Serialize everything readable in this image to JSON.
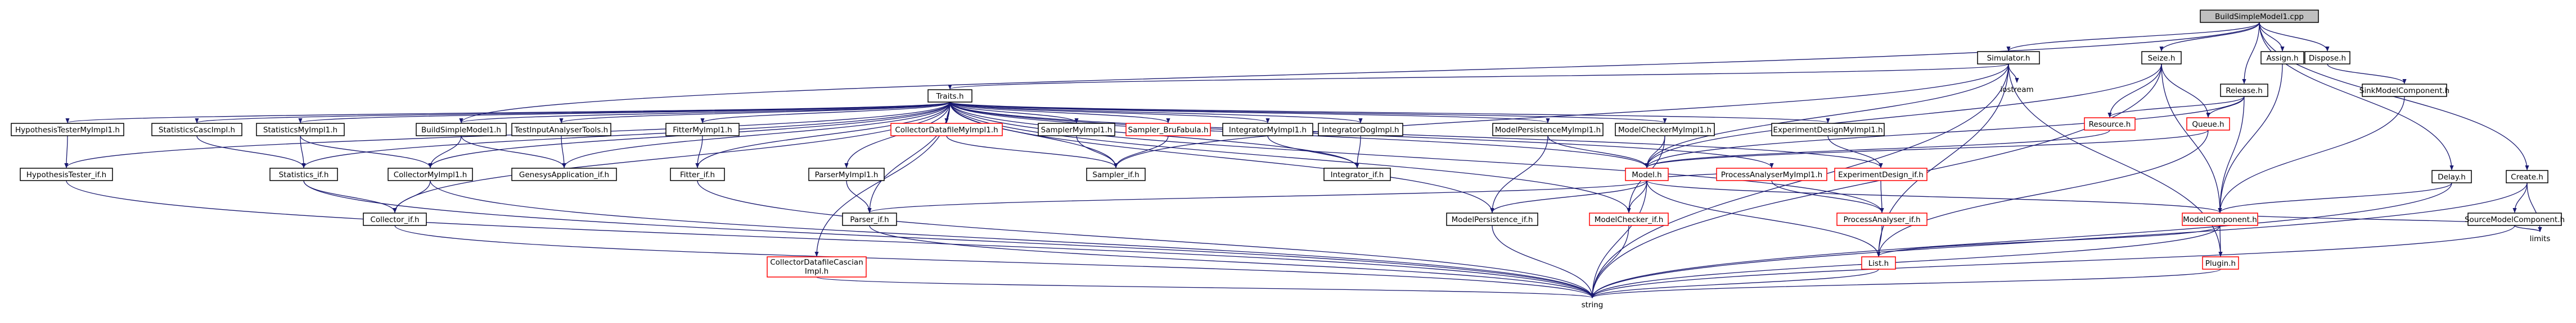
{
  "diagram": {
    "type": "include-dependency-graph",
    "nodes": {
      "BuildSimpleModel1_cpp": {
        "label": "BuildSimpleModel1.cpp",
        "style": "root"
      },
      "Simulator_h": {
        "label": "Simulator.h"
      },
      "Assign_h": {
        "label": "Assign.h"
      },
      "Dispose_h": {
        "label": "Dispose.h"
      },
      "Seize_h": {
        "label": "Seize.h"
      },
      "Release_h": {
        "label": "Release.h"
      },
      "SinkModelComponent_h": {
        "label": "SinkModelComponent.h"
      },
      "Traits_h": {
        "label": "Traits.h"
      },
      "iostream": {
        "label": "iostream",
        "style": "plain"
      },
      "Resource_h": {
        "label": "Resource.h",
        "style": "red"
      },
      "Queue_h": {
        "label": "Queue.h",
        "style": "red"
      },
      "Delay_h": {
        "label": "Delay.h"
      },
      "Create_h": {
        "label": "Create.h"
      },
      "SourceModelComponent_h": {
        "label": "SourceModelComponent.h"
      },
      "limits": {
        "label": "limits",
        "style": "plain"
      },
      "HypothesisTesterMyImpl1_h": {
        "label": "HypothesisTesterMyImpl1.h"
      },
      "StatisticsCascImpl_h": {
        "label": "StatisticsCascImpl.h"
      },
      "StatisticsMyImpl1_h": {
        "label": "StatisticsMyImpl1.h"
      },
      "BuildSimpleModel1_h": {
        "label": "BuildSimpleModel1.h"
      },
      "TestInputAnalyserTools_h": {
        "label": "TestInputAnalyserTools.h"
      },
      "FitterMyImpl1_h": {
        "label": "FitterMyImpl1.h"
      },
      "CollectorDatafileMyImpl1_h": {
        "label": "CollectorDatafileMyImpl1.h",
        "style": "red"
      },
      "SamplerMyImpl1_h": {
        "label": "SamplerMyImpl1.h"
      },
      "Sampler_BoFabula_h": {
        "label": "Sampler_BruFabula.h",
        "style": "red"
      },
      "IntegratorMyImpl1_h": {
        "label": "IntegratorMyImpl1.h"
      },
      "IntegratorDogImpl_h": {
        "label": "IntegratorDogImpl.h"
      },
      "ModelPersistenceMyImpl1_h": {
        "label": "ModelPersistenceMyImpl1.h"
      },
      "ModelCheckerMyImpl1_h": {
        "label": "ModelCheckerMyImpl1.h"
      },
      "ExperimentDesignMyImpl1_h": {
        "label": "ExperimentDesignMyImpl1.h"
      },
      "HypothesisTester_if_h": {
        "label": "HypothesisTester_if.h"
      },
      "Statistics_if_h": {
        "label": "Statistics_if.h"
      },
      "CollectorMyImpl1_h": {
        "label": "CollectorMyImpl1.h"
      },
      "GenesysApplication_if_h": {
        "label": "GenesysApplication_if.h"
      },
      "Fitter_if_h": {
        "label": "Fitter_if.h"
      },
      "ParserMyImpl1_h": {
        "label": "ParserMyImpl1.h"
      },
      "Sampler_if_h": {
        "label": "Sampler_if.h"
      },
      "Integrator_if_h": {
        "label": "Integrator_if.h"
      },
      "Model_h": {
        "label": "Model.h",
        "style": "red"
      },
      "ProcessAnalyserMyImpl1_h": {
        "label": "ProcessAnalyserMyImpl1.h",
        "style": "red"
      },
      "ExperimentDesign_if_h": {
        "label": "ExperimentDesign_if.h",
        "style": "red"
      },
      "Collector_if_h": {
        "label": "Collector_if.h"
      },
      "Parser_if_h": {
        "label": "Parser_if.h"
      },
      "ModelPersistence_if_h": {
        "label": "ModelPersistence_if.h"
      },
      "ModelChecker_if_h": {
        "label": "ModelChecker_if.h",
        "style": "red"
      },
      "ProcessAnalyser_if_h": {
        "label": "ProcessAnalyser_if.h",
        "style": "red"
      },
      "ModelComponent_h": {
        "label": "ModelComponent.h",
        "style": "red"
      },
      "CollectorDatafileCascImpl_h": {
        "label": "CollectorDatafileCasc impl.h",
        "label_lines": [
          "CollectorDatafileCascian",
          "Impl.h"
        ],
        "style": "red"
      },
      "List_h": {
        "label": "List.h",
        "style": "red"
      },
      "Plugin_h": {
        "label": "Plugin.h",
        "style": "red"
      },
      "string": {
        "label": "string",
        "style": "plain"
      }
    },
    "edges": [
      [
        "BuildSimpleModel1_cpp",
        "BuildSimpleModel1_h"
      ],
      [
        "BuildSimpleModel1_cpp",
        "Simulator_h"
      ],
      [
        "BuildSimpleModel1_cpp",
        "Assign_h"
      ],
      [
        "BuildSimpleModel1_cpp",
        "Dispose_h"
      ],
      [
        "BuildSimpleModel1_cpp",
        "Seize_h"
      ],
      [
        "BuildSimpleModel1_cpp",
        "Release_h"
      ],
      [
        "BuildSimpleModel1_cpp",
        "Delay_h"
      ],
      [
        "BuildSimpleModel1_cpp",
        "Create_h"
      ],
      [
        "Simulator_h",
        "Traits_h"
      ],
      [
        "Simulator_h",
        "iostream"
      ],
      [
        "Simulator_h",
        "Model_h"
      ],
      [
        "Simulator_h",
        "List_h"
      ],
      [
        "Simulator_h",
        "Plugin_h"
      ],
      [
        "Simulator_h",
        "string"
      ],
      [
        "Simulator_h",
        "Sampler_if_h"
      ],
      [
        "Assign_h",
        "ModelComponent_h"
      ],
      [
        "Dispose_h",
        "SinkModelComponent_h"
      ],
      [
        "SinkModelComponent_h",
        "ModelComponent_h"
      ],
      [
        "Seize_h",
        "Resource_h"
      ],
      [
        "Seize_h",
        "Queue_h"
      ],
      [
        "Seize_h",
        "Model_h"
      ],
      [
        "Seize_h",
        "ModelComponent_h"
      ],
      [
        "Seize_h",
        "string"
      ],
      [
        "Release_h",
        "Resource_h"
      ],
      [
        "Release_h",
        "Queue_h"
      ],
      [
        "Release_h",
        "Model_h"
      ],
      [
        "Release_h",
        "ModelComponent_h"
      ],
      [
        "Resource_h",
        "Model_h"
      ],
      [
        "Queue_h",
        "Model_h"
      ],
      [
        "Queue_h",
        "List_h"
      ],
      [
        "Delay_h",
        "ModelComponent_h"
      ],
      [
        "Delay_h",
        "string"
      ],
      [
        "Create_h",
        "SourceModelComponent_h"
      ],
      [
        "Create_h",
        "limits"
      ],
      [
        "Create_h",
        "string"
      ],
      [
        "SourceModelComponent_h",
        "ModelComponent_h"
      ],
      [
        "SourceModelComponent_h",
        "limits"
      ],
      [
        "SourceModelComponent_h",
        "string"
      ],
      [
        "Traits_h",
        "HypothesisTesterMyImpl1_h"
      ],
      [
        "Traits_h",
        "HypothesisTester_if_h"
      ],
      [
        "Traits_h",
        "StatisticsCascImpl_h"
      ],
      [
        "Traits_h",
        "Statistics_if_h"
      ],
      [
        "Traits_h",
        "StatisticsMyImpl1_h"
      ],
      [
        "Traits_h",
        "Collector_if_h"
      ],
      [
        "Traits_h",
        "BuildSimpleModel1_h"
      ],
      [
        "Traits_h",
        "CollectorMyImpl1_h"
      ],
      [
        "Traits_h",
        "TestInputAnalyserTools_h"
      ],
      [
        "Traits_h",
        "GenesysApplication_if_h"
      ],
      [
        "Traits_h",
        "FitterMyImpl1_h"
      ],
      [
        "Traits_h",
        "Fitter_if_h"
      ],
      [
        "Traits_h",
        "ParserMyImpl1_h"
      ],
      [
        "Traits_h",
        "Parser_if_h"
      ],
      [
        "Traits_h",
        "CollectorDatafileMyImpl1_h"
      ],
      [
        "Traits_h",
        "CollectorDatafileCascImpl_h"
      ],
      [
        "Traits_h",
        "SamplerMyImpl1_h"
      ],
      [
        "Traits_h",
        "Sampler_BoFabula_h"
      ],
      [
        "Traits_h",
        "Sampler_if_h"
      ],
      [
        "Traits_h",
        "IntegratorMyImpl1_h"
      ],
      [
        "Traits_h",
        "IntegratorDogImpl_h"
      ],
      [
        "Traits_h",
        "Integrator_if_h"
      ],
      [
        "Traits_h",
        "ModelPersistenceMyImpl1_h"
      ],
      [
        "Traits_h",
        "ModelPersistence_if_h"
      ],
      [
        "Traits_h",
        "ModelCheckerMyImpl1_h"
      ],
      [
        "Traits_h",
        "ModelChecker_if_h"
      ],
      [
        "Traits_h",
        "ExperimentDesignMyImpl1_h"
      ],
      [
        "Traits_h",
        "ExperimentDesign_if_h"
      ],
      [
        "Traits_h",
        "ProcessAnalyserMyImpl1_h"
      ],
      [
        "Traits_h",
        "ProcessAnalyser_if_h"
      ],
      [
        "Traits_h",
        "Model_h"
      ],
      [
        "HypothesisTesterMyImpl1_h",
        "HypothesisTester_if_h"
      ],
      [
        "StatisticsCascImpl_h",
        "Statistics_if_h"
      ],
      [
        "StatisticsMyImpl1_h",
        "Statistics_if_h"
      ],
      [
        "StatisticsMyImpl1_h",
        "CollectorMyImpl1_h"
      ],
      [
        "BuildSimpleModel1_h",
        "GenesysApplication_if_h"
      ],
      [
        "BuildSimpleModel1_h",
        "CollectorMyImpl1_h"
      ],
      [
        "TestInputAnalyserTools_h",
        "GenesysApplication_if_h"
      ],
      [
        "FitterMyImpl1_h",
        "Fitter_if_h"
      ],
      [
        "ParserMyImpl1_h",
        "Parser_if_h"
      ],
      [
        "SamplerMyImpl1_h",
        "Sampler_if_h"
      ],
      [
        "Sampler_BoFabula_h",
        "Sampler_if_h"
      ],
      [
        "CollectorDatafileMyImpl1_h",
        "Sampler_if_h"
      ],
      [
        "IntegratorMyImpl1_h",
        "Integrator_if_h"
      ],
      [
        "IntegratorDogImpl_h",
        "Integrator_if_h"
      ],
      [
        "ModelPersistenceMyImpl1_h",
        "ModelPersistence_if_h"
      ],
      [
        "ModelPersistenceMyImpl1_h",
        "Model_h"
      ],
      [
        "ModelCheckerMyImpl1_h",
        "ModelChecker_if_h"
      ],
      [
        "ModelCheckerMyImpl1_h",
        "Model_h"
      ],
      [
        "ExperimentDesignMyImpl1_h",
        "ExperimentDesign_if_h"
      ],
      [
        "ExperimentDesign_if_h",
        "ProcessAnalyser_if_h"
      ],
      [
        "ProcessAnalyserMyImpl1_h",
        "ProcessAnalyser_if_h"
      ],
      [
        "HypothesisTester_if_h",
        "string"
      ],
      [
        "Statistics_if_h",
        "Collector_if_h"
      ],
      [
        "Statistics_if_h",
        "string"
      ],
      [
        "CollectorMyImpl1_h",
        "Collector_if_h"
      ],
      [
        "CollectorMyImpl1_h",
        "string"
      ],
      [
        "Collector_if_h",
        "string"
      ],
      [
        "Fitter_if_h",
        "string"
      ],
      [
        "Model_h",
        "Parser_if_h"
      ],
      [
        "Model_h",
        "ModelPersistence_if_h"
      ],
      [
        "Model_h",
        "ModelChecker_if_h"
      ],
      [
        "Model_h",
        "ProcessAnalyserMyImpl1_h"
      ],
      [
        "Model_h",
        "ModelComponent_h"
      ],
      [
        "Model_h",
        "List_h"
      ],
      [
        "Model_h",
        "string"
      ],
      [
        "Parser_if_h",
        "string"
      ],
      [
        "ModelPersistence_if_h",
        "string"
      ],
      [
        "ModelChecker_if_h",
        "string"
      ],
      [
        "ProcessAnalyser_if_h",
        "List_h"
      ],
      [
        "ModelComponent_h",
        "List_h"
      ],
      [
        "ModelComponent_h",
        "Plugin_h"
      ],
      [
        "ModelComponent_h",
        "string"
      ],
      [
        "CollectorDatafileCascImpl_h",
        "string"
      ],
      [
        "List_h",
        "string"
      ],
      [
        "Plugin_h",
        "string"
      ]
    ]
  }
}
